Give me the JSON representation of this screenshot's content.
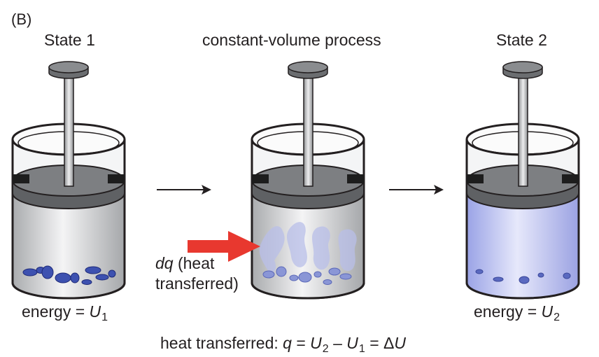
{
  "panel_label": "(B)",
  "states": [
    {
      "title": "State 1",
      "energy_prefix": "energy = ",
      "energy_var": "U",
      "energy_sub": "1"
    },
    {
      "title": "constant-volume process"
    },
    {
      "title": "State 2",
      "energy_prefix": "energy = ",
      "energy_var": "U",
      "energy_sub": "2"
    }
  ],
  "heat_input": {
    "symbol": "dq",
    "text_line1": " (heat",
    "text_line2": "transferred)"
  },
  "equation": {
    "prefix": "heat transferred: ",
    "q": "q",
    "eq1": " = ",
    "u": "U",
    "sub2": "2",
    "minus": " – ",
    "u_b": "U",
    "sub1": "1",
    "eq2": " = Δ",
    "u_c": "U"
  },
  "colors": {
    "gas_molecule": "#3d51b0",
    "heat_arrow": "#e8382f",
    "piston": "#7d7f82",
    "cylinder_fill": "#d8d9db",
    "warm_fill": "#c7cbef"
  }
}
